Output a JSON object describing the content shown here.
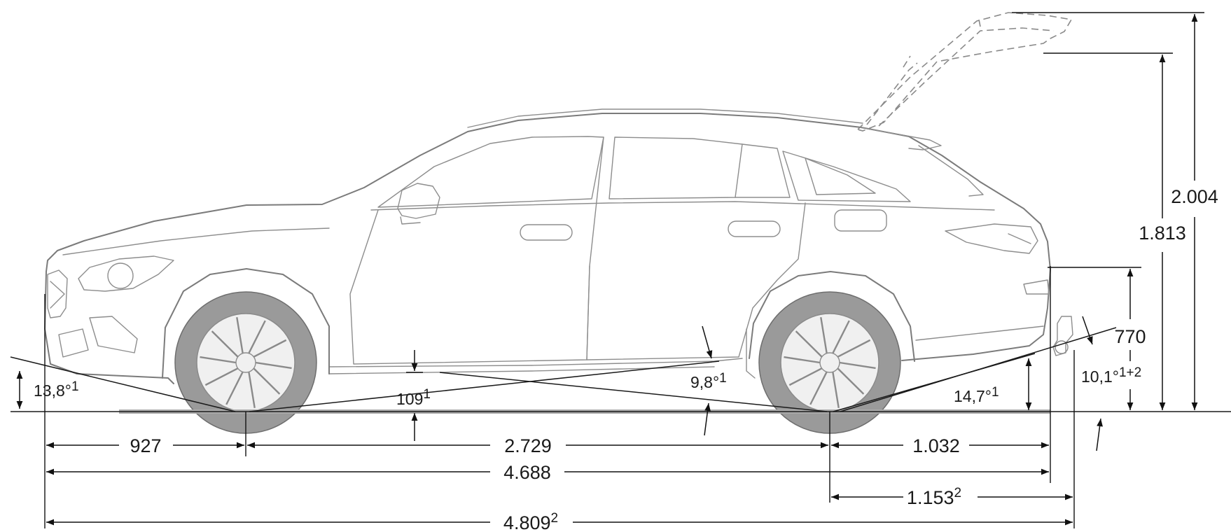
{
  "dimensions": {
    "front_overhang": "927",
    "wheelbase": "2.729",
    "rear_overhang": "1.032",
    "overall_length": "4.688",
    "rear_overhang_hitch": "1.153",
    "rear_overhang_hitch_sup": "2",
    "overall_length_hitch": "4.809",
    "overall_length_hitch_sup": "2",
    "height": "1.813",
    "height_tailgate_open": "2.004",
    "loading_sill_height": "770",
    "ground_clearance": "109",
    "ground_clearance_sup": "1",
    "approach_angle": "13,8°",
    "approach_angle_sup": "1",
    "ramp_angle": "9,8°",
    "ramp_angle_sup": "1",
    "departure_angle": "14,7°",
    "departure_angle_sup": "1",
    "departure_angle_hitch": "10,1°",
    "departure_angle_hitch_sup": "1+2"
  },
  "colors": {
    "line": "#111111",
    "car_outline": "#7b7b7b",
    "tyre": "#9a9a9a"
  }
}
